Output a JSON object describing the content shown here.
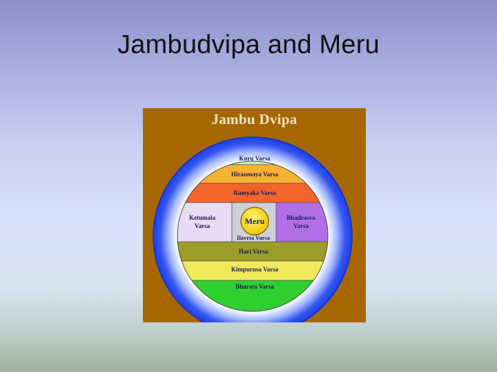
{
  "slide": {
    "title": "Jambudvipa and Meru"
  },
  "diagram": {
    "title": "Jambu Dvipa",
    "center": "Meru",
    "regions": [
      {
        "id": "kuru",
        "label": "Kuru Varsa",
        "color": "#c4f0c4"
      },
      {
        "id": "hiranmaya",
        "label": "Hiranmaya Varsa",
        "color": "#f7b234"
      },
      {
        "id": "ramyaka",
        "label": "Ramyaka Varsa",
        "color": "#f2642a"
      },
      {
        "id": "ketumala",
        "label": "Ketumala Varsa",
        "color": "#e8dcf4"
      },
      {
        "id": "ilavrta",
        "label": "Ilavrta Varsa",
        "color": "#cfcfd6"
      },
      {
        "id": "bhadrasva",
        "label": "Bhadrasva Varsa",
        "color": "#b16ee6"
      },
      {
        "id": "hari",
        "label": "Hari Varsa",
        "color": "#9c9c28"
      },
      {
        "id": "kimpurusa",
        "label": "Kimpurusa Varsa",
        "color": "#eeea5a"
      },
      {
        "id": "bharata",
        "label": "Bharata Varsa",
        "color": "#2ecf2e"
      }
    ],
    "colors": {
      "background": "#a66700",
      "ocean_outer": "#1a3fe6",
      "ocean_inner": "#ffffff",
      "meru": "#f6d200"
    }
  }
}
